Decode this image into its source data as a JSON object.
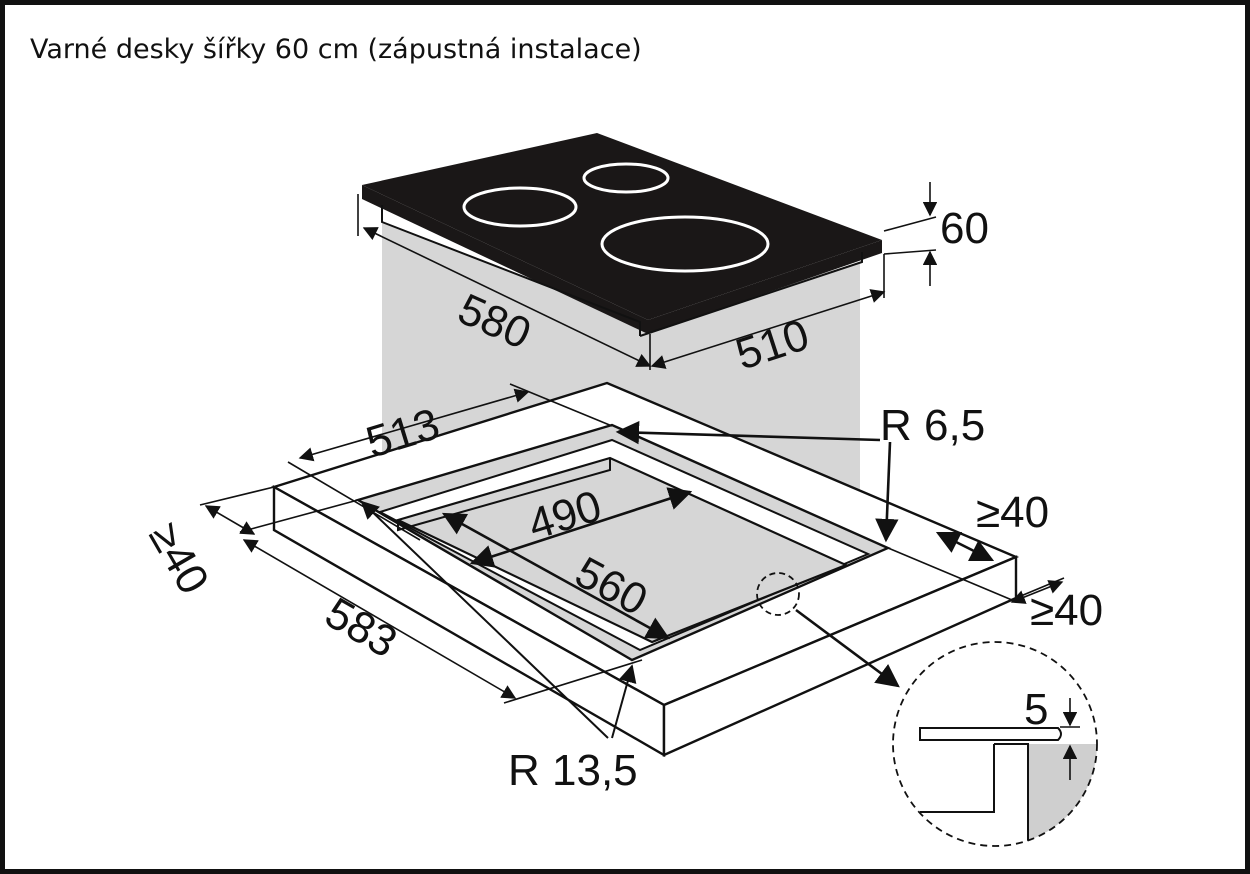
{
  "title": "Varné desky šířky 60 cm (zápustná instalace)",
  "dimensions": {
    "hob_height": "60",
    "hob_depth": "580",
    "hob_width": "510",
    "cutout_outer_depth": "513",
    "radius_inner": "R 6,5",
    "cutout_inner_width": "490",
    "cutout_inner_depth": "560",
    "min_front_margin": "≥40",
    "min_right_margin": "≥40",
    "min_back_margin": "≥40",
    "cutout_outer_width": "583",
    "radius_outer": "R 13,5",
    "rebate_depth": "5"
  },
  "colors": {
    "hob_glass": "#1a1717",
    "burner_ring": "#ffffff",
    "shaded_area": "#d6d6d6",
    "detail_fill": "#cfcfcf",
    "line": "#111111"
  }
}
